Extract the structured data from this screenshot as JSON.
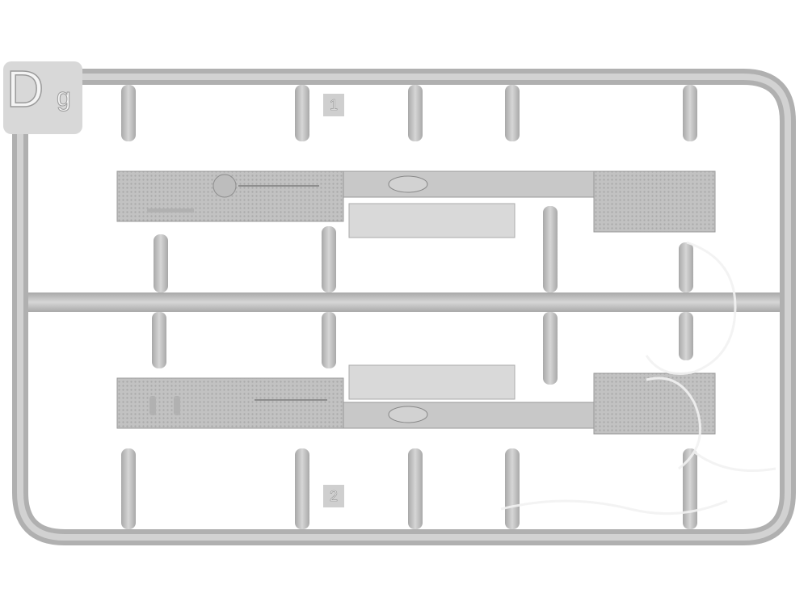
{
  "sprue": {
    "letter": "D",
    "sub_letter": "g",
    "part_numbers": [
      "1",
      "2"
    ]
  },
  "colors": {
    "plastic": "#c4c4c4",
    "plastic_light": "#d6d6d6",
    "plastic_dark": "#9e9e9e",
    "tag_background": "#d8d8d8"
  }
}
